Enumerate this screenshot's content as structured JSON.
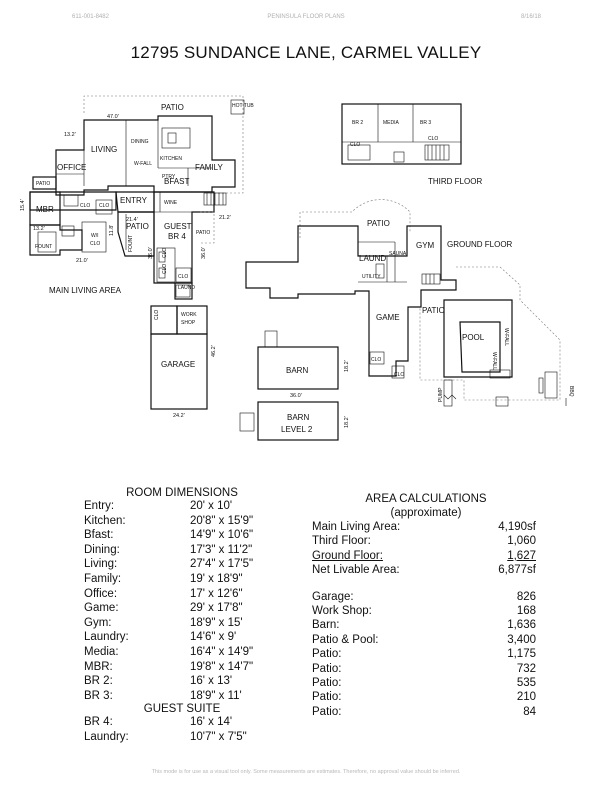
{
  "header": {
    "left": "611-001-8482",
    "center": "PENINSULA FLOOR PLANS",
    "right": "8/16/18"
  },
  "title": "12795 SUNDANCE LANE, CARMEL VALLEY",
  "plan": {
    "sections": {
      "main_living_area": "MAIN LIVING AREA",
      "third_floor": "THIRD FLOOR",
      "ground_floor": "GROUND FLOOR"
    },
    "rooms": {
      "patio_top": "PATIO",
      "hot_tub": "HOT TUB",
      "living": "LIVING",
      "dining": "DINING",
      "kitchen": "KITCHEN",
      "office": "OFFICE",
      "family": "FAMILY",
      "bfast": "BFAST",
      "patio_office": "PATIO",
      "mbr": "MBR",
      "clo_a": "CLO",
      "clo_b": "CLO",
      "entry": "ENTRY",
      "wine": "WINE",
      "guest_br4": "GUEST",
      "guest_br4_b": "BR 4",
      "patio_guest": "PATIO",
      "patio_entry": "PATIO",
      "wi_clo": "W/I",
      "wi_clo_b": "CLO",
      "fount": "FOUNT",
      "fount_2": "FOUNT",
      "laund_main": "LAUND",
      "clo_g1": "CLO",
      "clo_g2": "CLO",
      "clo_g3": "CLO",
      "clo_ws": "CLO",
      "work_shop": "WORK",
      "work_shop_b": "SHOP",
      "garage": "GARAGE",
      "barn": "BARN",
      "barn_level2": "BARN",
      "barn_level2_b": "LEVEL 2",
      "br2": "BR 2",
      "media": "MEDIA",
      "br3": "BR 3",
      "clo_t1": "CLO",
      "clo_t2": "CLO",
      "patio_ground": "PATIO",
      "gym": "GYM",
      "laund_ground": "LAUND",
      "sauna": "SAUNA",
      "utility": "UTILITY",
      "game": "GAME",
      "patio_pool": "PATIO",
      "pool": "POOL",
      "clo_ground1": "CLO",
      "clo_ground2": "CLO",
      "pump": "PUMP",
      "w_fall_1": "W-FALL",
      "w_fall_2": "W-FALL",
      "pantry": "PTRY",
      "wb_fall": "W-FALL",
      "bbq": "BBQ"
    },
    "dimensions": {
      "d1": "47.0'",
      "d2": "13.2'",
      "d3": "15.4'",
      "d4": "13.2'",
      "d5": "21.0'",
      "d6": "11.8'",
      "d7": "21.4'",
      "d8": "36.0'",
      "d9": "36.0'",
      "d10": "21.2'",
      "d11": "46.2'",
      "d12": "24.2'",
      "d13": "36.0'",
      "d14": "18.2'",
      "d15": "18.2'"
    }
  },
  "room_dimensions": {
    "heading": "ROOM DIMENSIONS",
    "rows": [
      {
        "name": "Entry:",
        "value": "20'   x 10'"
      },
      {
        "name": "Kitchen:",
        "value": "20'8\" x 15'9\""
      },
      {
        "name": "Bfast:",
        "value": "14'9\" x 10'6\""
      },
      {
        "name": "Dining:",
        "value": "17'3\" x 11'2\""
      },
      {
        "name": "Living:",
        "value": "27'4\" x 17'5\""
      },
      {
        "name": "Family:",
        "value": "19'   x 18'9\""
      },
      {
        "name": "Office:",
        "value": "17'   x 12'6\""
      },
      {
        "name": "Game:",
        "value": "29'   x 17'8\""
      },
      {
        "name": "Gym:",
        "value": "18'9\" x 15'"
      },
      {
        "name": "Laundry:",
        "value": "14'6\" x   9'"
      },
      {
        "name": "Media:",
        "value": "16'4\" x 14'9\""
      },
      {
        "name": "MBR:",
        "value": "19'8\" x 14'7\""
      },
      {
        "name": "BR 2:",
        "value": "16'   x 13'"
      },
      {
        "name": "BR 3:",
        "value": "18'9\" x 11'"
      }
    ],
    "guest_heading": "GUEST SUITE",
    "guest_rows": [
      {
        "name": "BR 4:",
        "value": "16'   x 14'"
      },
      {
        "name": "Laundry:",
        "value": "10'7\" x 7'5\""
      }
    ]
  },
  "area_calculations": {
    "heading": "AREA CALCULATIONS",
    "subheading": "(approximate)",
    "rows": [
      {
        "name": "Main Living Area:",
        "value": "4,190sf"
      },
      {
        "name": "Third Floor:",
        "value": "1,060"
      },
      {
        "name": "Ground Floor:",
        "value": "1,627"
      },
      {
        "name": "Net Livable Area:",
        "value": "6,877sf"
      }
    ],
    "extra_rows": [
      {
        "name": "Garage:",
        "value": "826"
      },
      {
        "name": "Work Shop:",
        "value": "168"
      },
      {
        "name": "Barn:",
        "value": "1,636"
      },
      {
        "name": "Patio & Pool:",
        "value": "3,400"
      },
      {
        "name": "Patio:",
        "value": "1,175"
      },
      {
        "name": "Patio:",
        "value": "732"
      },
      {
        "name": "Patio:",
        "value": "535"
      },
      {
        "name": "Patio:",
        "value": "210"
      },
      {
        "name": "Patio:",
        "value": "84"
      }
    ]
  },
  "disclaimer": "This mode is for use as a visual tool only. Some measurements are estimates. Therefore, no approval value should be inferred."
}
